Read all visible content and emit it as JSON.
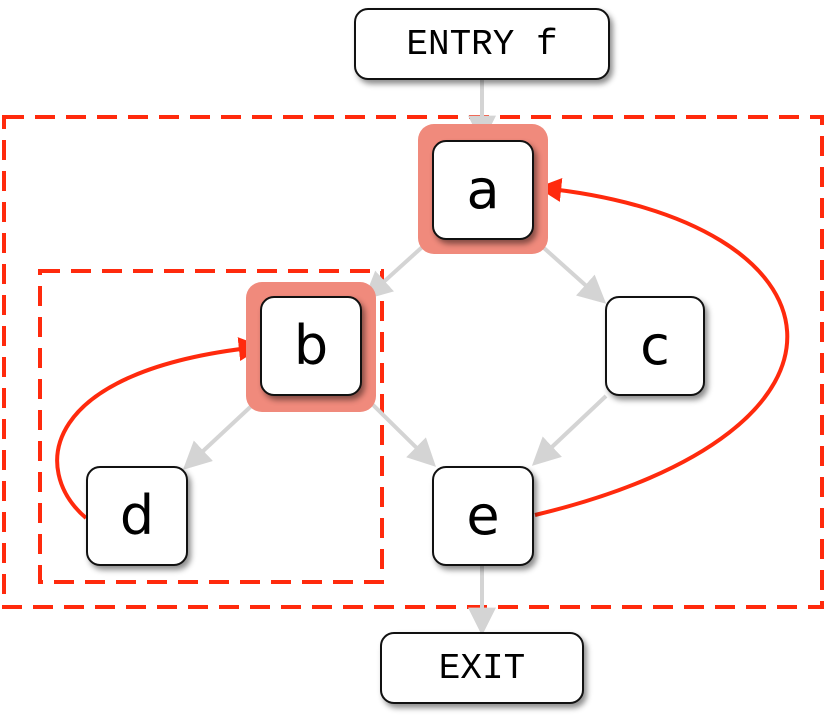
{
  "diagram": {
    "nodes": {
      "entry": "ENTRY f",
      "a": "a",
      "b": "b",
      "c": "c",
      "d": "d",
      "e": "e",
      "exit": "EXIT"
    },
    "edges": [
      {
        "from": "entry",
        "to": "a",
        "kind": "forward"
      },
      {
        "from": "a",
        "to": "b",
        "kind": "forward"
      },
      {
        "from": "a",
        "to": "c",
        "kind": "forward"
      },
      {
        "from": "b",
        "to": "d",
        "kind": "forward"
      },
      {
        "from": "b",
        "to": "e",
        "kind": "forward"
      },
      {
        "from": "c",
        "to": "e",
        "kind": "forward"
      },
      {
        "from": "e",
        "to": "exit",
        "kind": "forward"
      },
      {
        "from": "e",
        "to": "a",
        "kind": "back-edge"
      },
      {
        "from": "d",
        "to": "b",
        "kind": "back-edge"
      }
    ],
    "loops": [
      {
        "header": "a",
        "members": [
          "a",
          "b",
          "c",
          "d",
          "e"
        ]
      },
      {
        "header": "b",
        "members": [
          "b",
          "d"
        ]
      }
    ],
    "colors": {
      "back_edge": "#ff2a0d",
      "loop_border": "#ff2a0d",
      "header_highlight": "#f08a7c",
      "forward_edge": "#d4d4d4",
      "node_border": "#111111",
      "node_fill": "#ffffff"
    }
  }
}
